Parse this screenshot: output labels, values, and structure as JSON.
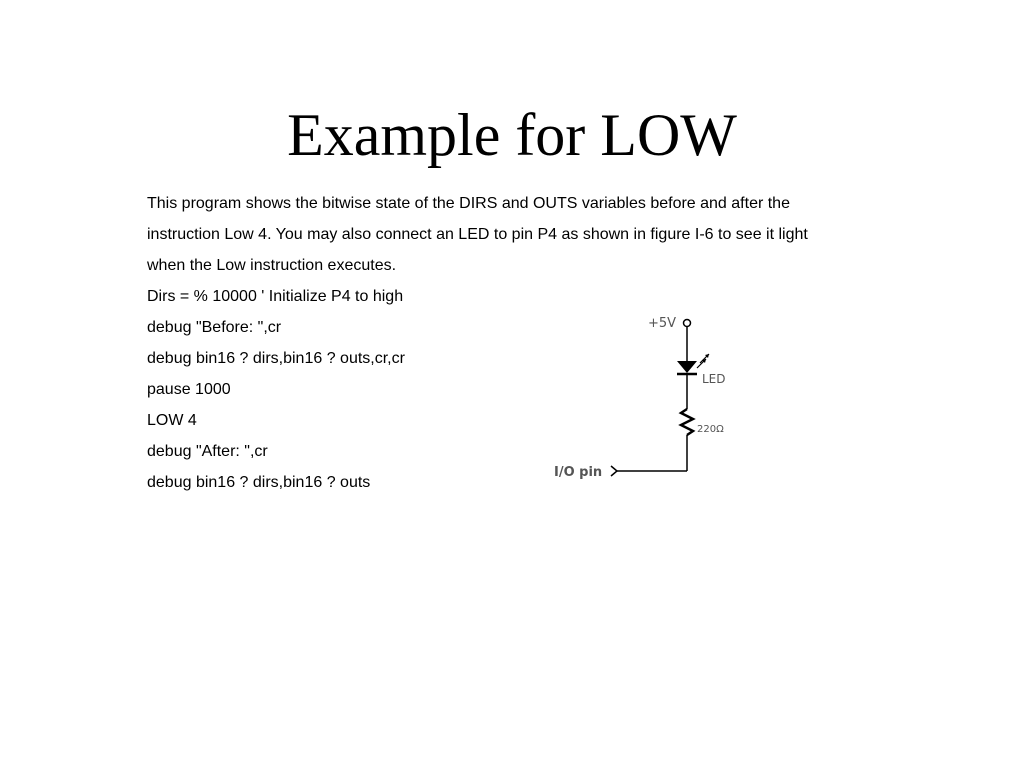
{
  "slide": {
    "title": "Example for LOW",
    "description_lines": [
      "This program shows the bitwise state of the DIRS and OUTS variables before and after the",
      "instruction Low 4. You may also connect an LED to pin P4 as shown in figure I-6 to see it light",
      "when the Low instruction executes."
    ],
    "code_lines": [
      "Dirs = % 10000 ' Initialize P4 to high",
      "debug \"Before: \",cr",
      "debug bin16 ? dirs,bin16 ? outs,cr,cr",
      "pause 1000",
      "LOW 4",
      "debug \"After: \",cr",
      "debug bin16 ? dirs,bin16 ? outs"
    ]
  },
  "schematic": {
    "supply_label": "+5V",
    "led_label": "LED",
    "resistor_label": "220Ω",
    "pin_label": "I/O pin"
  }
}
